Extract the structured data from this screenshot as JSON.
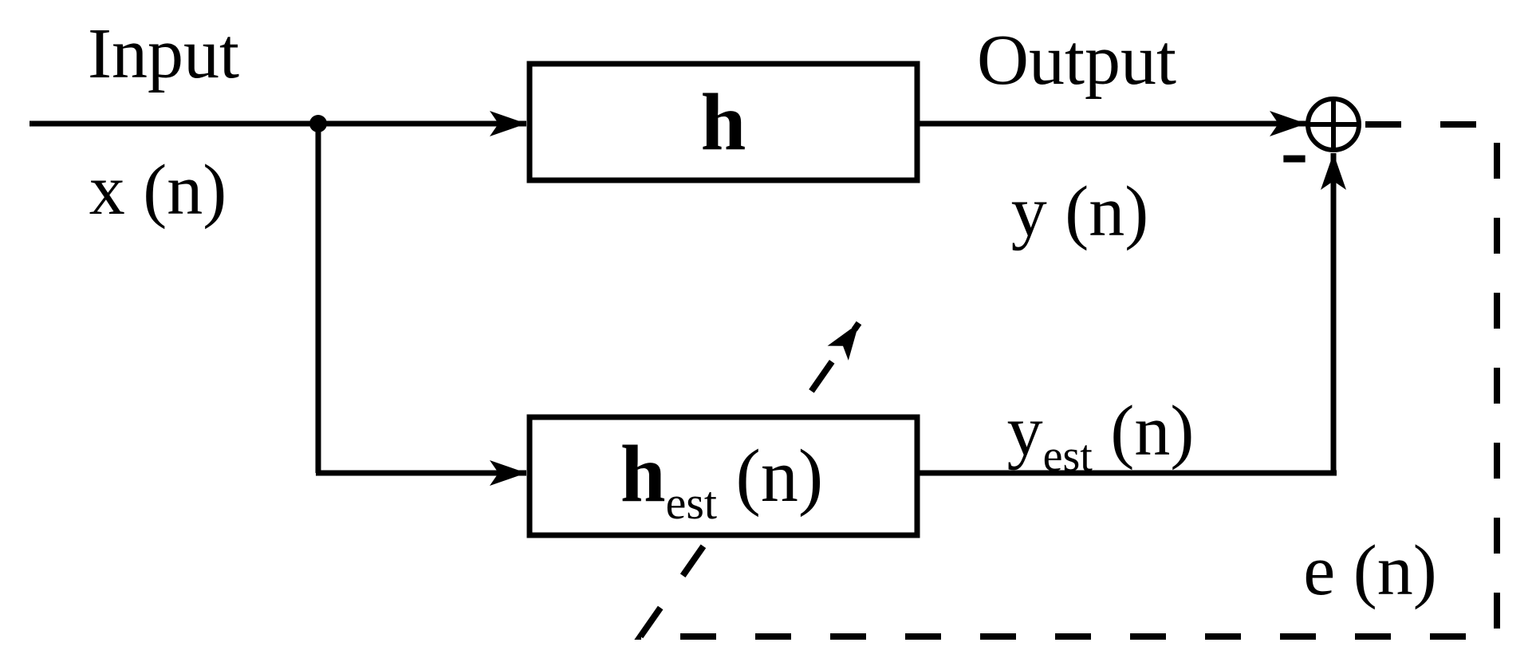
{
  "colors": {
    "ink": "#000000",
    "background": "#ffffff"
  },
  "diagram": {
    "labels": {
      "input_title": "Input",
      "input_signal": "x (n)",
      "output_title": "Output",
      "output_signal": "y (n)",
      "error_signal": "e (n)",
      "minus_operator": "-",
      "system_block": "h",
      "adaptive_block": {
        "base": "h",
        "sub": "est",
        "rest": " (n)"
      },
      "estimated_signal": {
        "base": "y",
        "sub": "est",
        "rest": " (n)"
      }
    }
  }
}
